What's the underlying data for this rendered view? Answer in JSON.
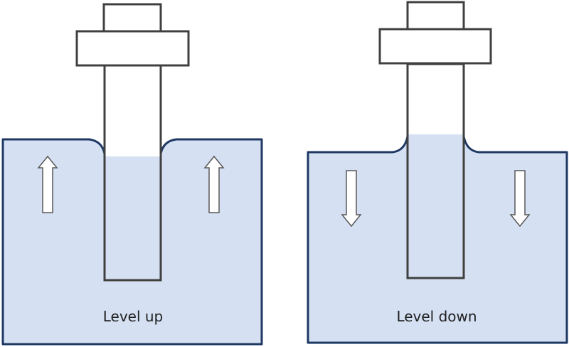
{
  "diagram": {
    "panels": [
      {
        "id": "left",
        "caption": "Level up",
        "liquid_direction": "up"
      },
      {
        "id": "right",
        "caption": "Level down",
        "liquid_direction": "down"
      }
    ],
    "colors": {
      "liquid": "#d5e0f2",
      "container_border": "#1f3864",
      "tube_border": "#404040",
      "arrow_border": "#595959",
      "background": "#ffffff"
    }
  }
}
